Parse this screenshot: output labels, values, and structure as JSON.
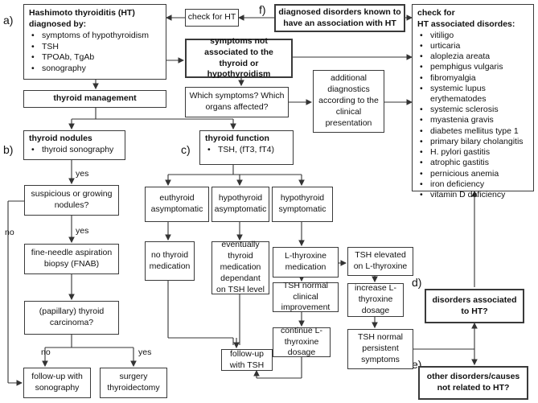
{
  "labels": {
    "a": "a)",
    "b": "b)",
    "c": "c)",
    "d": "d)",
    "e": "e)",
    "f": "f)"
  },
  "hashimoto": {
    "title": "Hashimoto thyroiditis (HT)",
    "subtitle": "diagnosed by:",
    "items": [
      "symptoms  of hypothyroidism",
      "TSH",
      "TPOAb, TgAb",
      "sonography"
    ]
  },
  "check_ht": "check for HT",
  "diagnosed_known": "diagnosed disorders known to have an association with HT",
  "check_assoc": {
    "title_line1": "check for",
    "title_line2": "HT associated disordes:",
    "items": [
      "vitiligo",
      "urticaria",
      "aloplezia areata",
      "pemphigus vulgaris",
      "fibromyalgia",
      "systemic lupus erythematodes",
      "systemic sclerosis",
      "myastenia gravis",
      "diabetes mellitus type 1",
      "primary bilary cholangitis",
      "H. pylori gastitis",
      "atrophic gastitis",
      "pernicious anemia",
      "iron deficiency",
      "vitamin D deficiency"
    ]
  },
  "symptoms_not_assoc": "symptoms not associated to the thyroid or hypothyroidism",
  "which_symptoms": "Which symptoms? Which organs affected?",
  "additional_diag": "additional diagnostics according to the clinical presentation",
  "thyroid_mgmt": "thyroid management",
  "nodules": {
    "title": "thyroid nodules",
    "item": "thyroid sonography"
  },
  "function": {
    "title": "thyroid function",
    "item": "TSH, (fT3, fT4)"
  },
  "suspicious": "suspicious or growing nodules?",
  "fnab": "fine-needle aspiration biopsy (FNAB)",
  "carcinoma": "(papillary) thyroid carcinoma?",
  "follow_sono": "follow-up with sonography",
  "surgery": "surgery thyroidectomy",
  "euthyroid": "euthyroid asymptomatic",
  "hypo_asym": "hypothyroid asymptomatic",
  "hypo_sym": "hypothyroid symptomatic",
  "no_med": "no thyroid medication",
  "eventually": "eventually thyroid medication dependant on TSH level",
  "lthyrox_med": "L-thyroxine medication",
  "tsh_elevated": "TSH elevated on L-thyroxine",
  "tsh_normal_imp": "TSH normal clinical improvement",
  "increase": "increase L-thyroxine dosage",
  "continue": "continue L-thyroxine dosage",
  "tsh_normal_persist": "TSH normal persistent symptoms",
  "follow_tsh": "follow-up with TSH",
  "disorders_assoc": "disorders associated to HT?",
  "other_disorders": "other disorders/causes not related to HT?",
  "yes1": "yes",
  "yes2": "yes",
  "yes3": "yes",
  "no1": "no",
  "no2": "no"
}
